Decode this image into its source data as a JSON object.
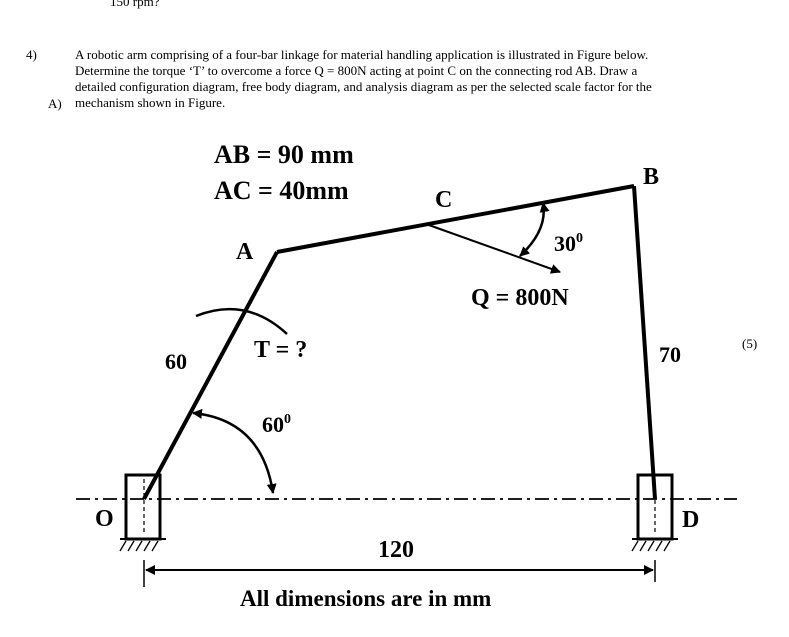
{
  "previous": {
    "text": "150 rpm?"
  },
  "question": {
    "number": "4)",
    "sub_label": "A)",
    "lines": [
      "A robotic arm comprising of a four-bar linkage for material handling application is illustrated in Figure below.",
      "Determine the torque ‘T’ to overcome a force Q = 800N acting at point C on the connecting rod AB. Draw a",
      "detailed configuration diagram, free body diagram, and analysis diagram as per the selected scale factor for the",
      "mechanism shown in Figure."
    ],
    "marks": "(5)"
  },
  "figure": {
    "ab_dim": "AB = 90 mm",
    "ac_dim": "AC = 40mm",
    "label_a": "A",
    "label_b": "B",
    "label_c": "C",
    "label_o": "O",
    "label_d": "D",
    "angle_c": "30",
    "angle_c_sup": "0",
    "force_label": "Q = 800N",
    "torque_label": "T = ?",
    "link_oa": "60",
    "link_bd": "70",
    "angle_o": "60",
    "angle_o_sup": "0",
    "base_length": "120",
    "footer": "All dimensions are in mm"
  }
}
